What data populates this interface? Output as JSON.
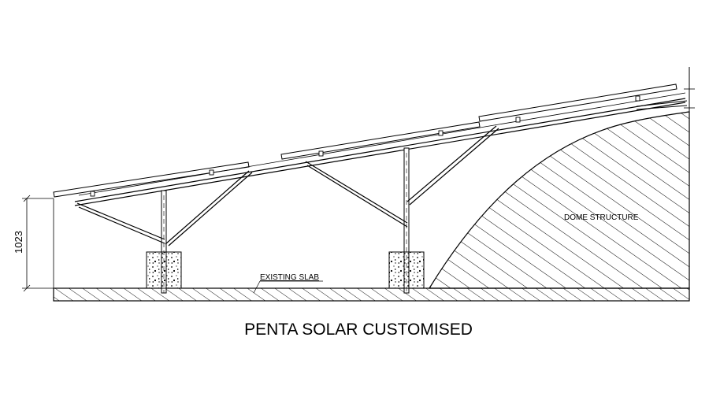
{
  "drawing": {
    "title": "PENTA SOLAR CUSTOMISED",
    "dimension_label": "1023",
    "labels": {
      "dome": "DOME STRUCTURE",
      "slab": "EXISTING SLAB"
    }
  }
}
